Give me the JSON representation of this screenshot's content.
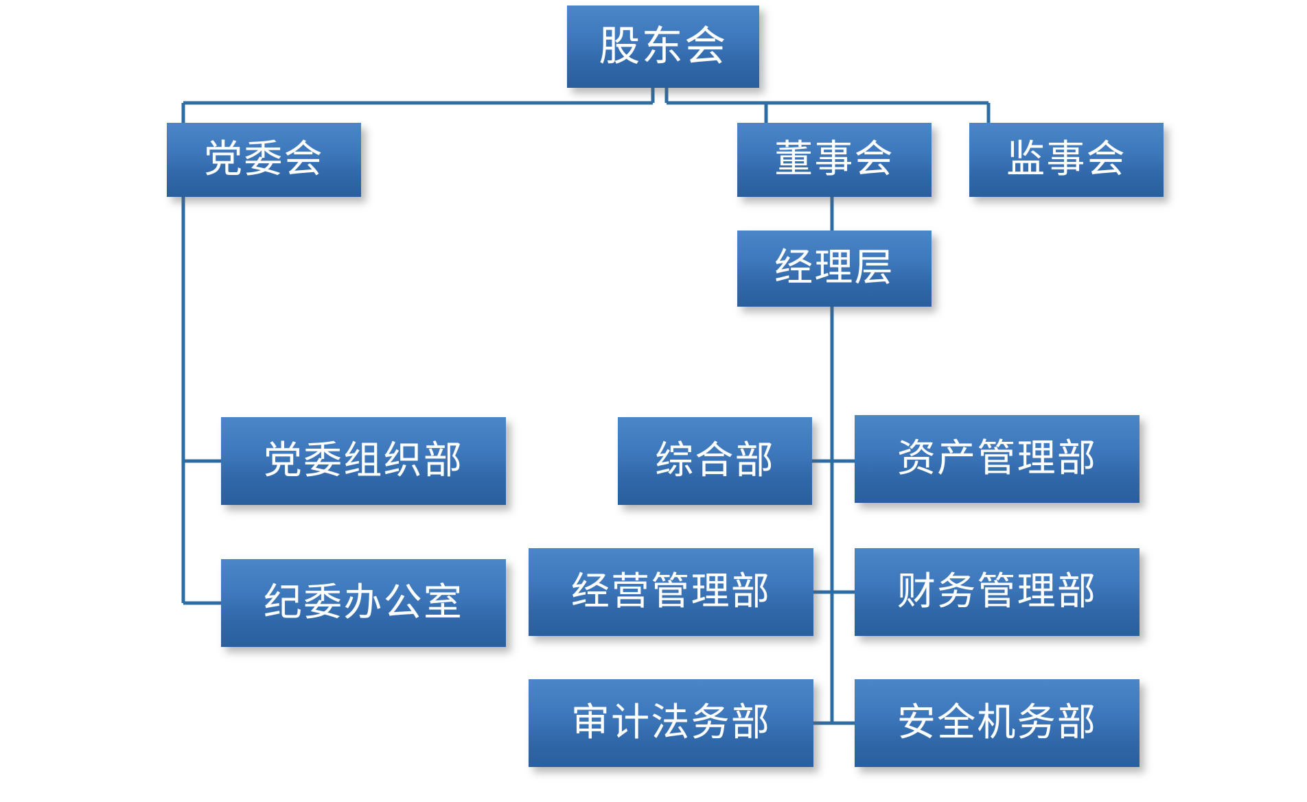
{
  "chart": {
    "type": "org-chart",
    "title": "",
    "orientation": "top-down",
    "theme": {
      "box_fill_top": "#4a86c8",
      "box_fill_bottom": "#2a5f9e",
      "box_text_color": "#ffffff",
      "connector_color": "#2e6ca4",
      "background": "#ffffff"
    }
  },
  "nodes": {
    "shareholders_meeting": "股东会",
    "party_committee": "党委会",
    "board_of_directors": "董事会",
    "board_of_supervisors": "监事会",
    "management_layer": "经理层",
    "party_organization_dept": "党委组织部",
    "discipline_office": "纪委办公室",
    "general_affairs_dept": "综合部",
    "asset_management_dept": "资产管理部",
    "business_management_dept": "经营管理部",
    "finance_management_dept": "财务管理部",
    "audit_legal_dept": "审计法务部",
    "safety_machinery_dept": "安全机务部"
  },
  "hierarchy": {
    "root": "股东会",
    "level_1": [
      "党委会",
      "董事会",
      "监事会"
    ],
    "level_2": [
      "经理层"
    ],
    "party_branch_departments": [
      "党委组织部",
      "纪委办公室"
    ],
    "management_departments": [
      [
        "综合部",
        "资产管理部"
      ],
      [
        "经营管理部",
        "财务管理部"
      ],
      [
        "审计法务部",
        "安全机务部"
      ]
    ]
  }
}
